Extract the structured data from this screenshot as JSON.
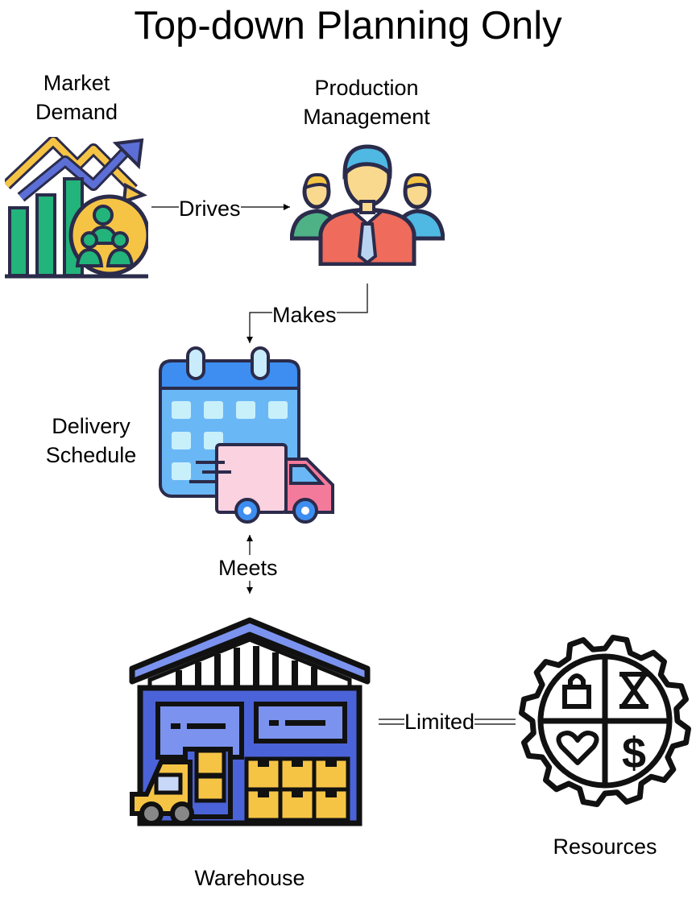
{
  "title": "Top-down Planning Only",
  "nodes": {
    "market_demand": {
      "label_line1": "Market",
      "label_line2": "Demand",
      "icon": "market-chart-icon"
    },
    "production_management": {
      "label_line1": "Production",
      "label_line2": "Management",
      "icon": "team-icon"
    },
    "delivery_schedule": {
      "label_line1": "Delivery",
      "label_line2": "Schedule",
      "icon": "calendar-truck-icon"
    },
    "warehouse": {
      "label": "Warehouse",
      "icon": "warehouse-icon"
    },
    "resources": {
      "label": "Resources",
      "icon": "gear-resources-icon"
    }
  },
  "edges": {
    "drives": "Drives",
    "makes": "Makes",
    "meets": "Meets",
    "limited": "Limited"
  },
  "colors": {
    "outline": "#2b2b4b",
    "green": "#22b47a",
    "yellow": "#f6c445",
    "blue": "#3f5cc8",
    "calendar_blue": "#3d8ef0",
    "truck_pink": "#f47a9c",
    "warehouse_blue": "#4b63d8"
  }
}
